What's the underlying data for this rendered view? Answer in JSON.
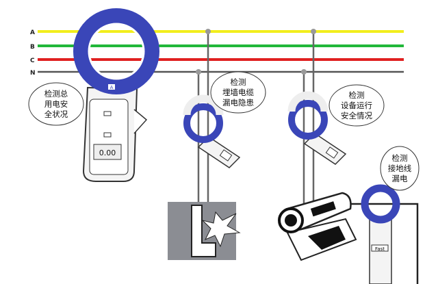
{
  "wires": [
    {
      "label": "A",
      "color": "#f2ee1c"
    },
    {
      "label": "B",
      "color": "#22b83a"
    },
    {
      "label": "C",
      "color": "#e02020"
    },
    {
      "label": "N",
      "color": "#555555"
    }
  ],
  "accent": "#3a46b8",
  "main_meter": {
    "display": "0.00",
    "ring_mark": "A"
  },
  "callouts": [
    {
      "lines": [
        "检测总",
        "用电安",
        "全状况"
      ]
    },
    {
      "lines": [
        "检测",
        "埋墙电缆",
        "漏电隐患"
      ]
    },
    {
      "lines": [
        "检测",
        "设备运行",
        "安全情况"
      ]
    },
    {
      "lines": [
        "检测",
        "接地线",
        "漏电"
      ]
    }
  ],
  "ground_meter": {
    "display": "Fast"
  }
}
